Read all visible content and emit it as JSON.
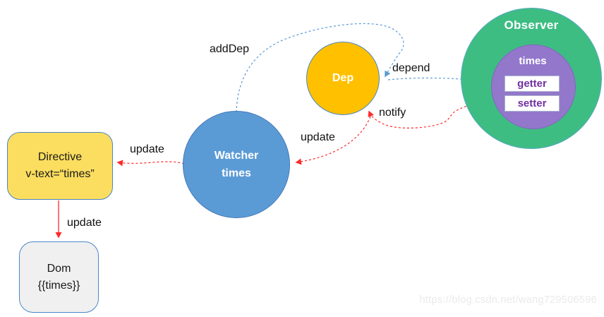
{
  "nodes": {
    "observer": {
      "title": "Observer",
      "property": "times",
      "getter_label": "getter",
      "setter_label": "setter"
    },
    "dep": {
      "label": "Dep"
    },
    "watcher": {
      "title": "Watcher",
      "subtitle": "times"
    },
    "directive": {
      "title": "Directive",
      "subtitle": "v-text=“times”"
    },
    "dom": {
      "title": "Dom",
      "subtitle": "{{times}}"
    }
  },
  "edges": {
    "add_dep": {
      "label": "addDep"
    },
    "depend": {
      "label": "depend"
    },
    "notify": {
      "label": "notify"
    },
    "update_dep_to_watcher": {
      "label": "update"
    },
    "update_watcher_to_directive": {
      "label": "update"
    },
    "update_directive_to_dom": {
      "label": "update"
    }
  },
  "watermark": "https://blog.csdn.net/wang729506596",
  "colors": {
    "observer_green": "#3EBD83",
    "property_purple": "#9377CB",
    "accessor_text_purple": "#7030A0",
    "dep_gold": "#FFC000",
    "watcher_blue": "#5B9BD5",
    "directive_yellow": "#FBDD5F",
    "dom_gray": "#F0F0F0",
    "blue_arrow": "#5B9BD5",
    "red_arrow": "#FF2A2A",
    "box_border_blue": "#4A86C8"
  }
}
